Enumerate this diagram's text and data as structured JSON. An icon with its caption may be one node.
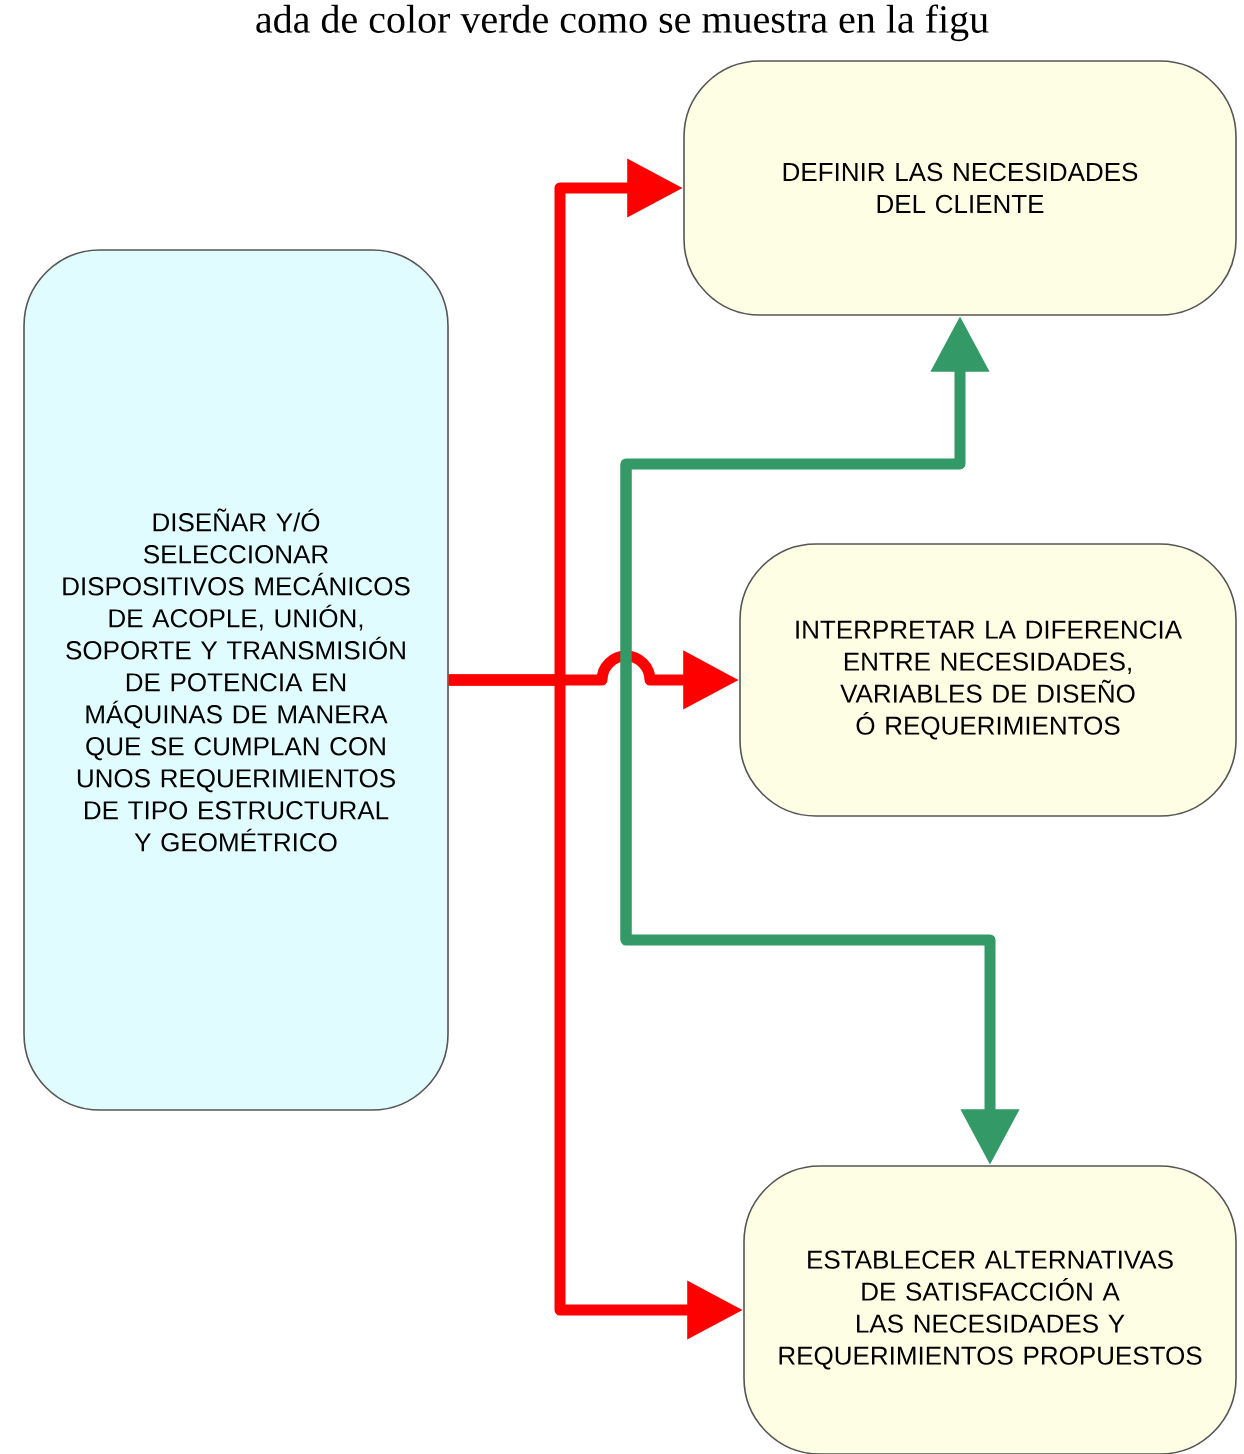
{
  "diagram": {
    "nodes": [
      {
        "text": [
          "DISEÑAR Y/Ó SELECCIONAR DISPOSITIVOS MECÁNICOS DE ACOPLE, UNIÓN, SOPORTE Y TRANSMISIÓN DE POTENCIA EN MÁQUINAS DE MANERA QUE SE CUMPLAN CON UNOS REQUERIMIENTOS DE TIPO ESTRUCTURAL Y GEOMÉTRICO"
        ]
      },
      {
        "text": [
          "DEFINIR LAS NECESIDADES DEL CLIENTE"
        ]
      },
      {
        "text": [
          "INTERPRETAR LA DIFERENCIA ENTRE NECESIDADES, VARIABLES DE DISEÑO Ó REQUERIMIENTOS"
        ]
      },
      {
        "text": [
          "ESTABLECER ALTERNATIVAS DE SATISFACCIÓN A LAS NECESIDADES Y REQUERIMIENTOS PROPUESTOS"
        ]
      }
    ],
    "edges": [
      {
        "from": 0,
        "to": 1,
        "arrow": "to"
      },
      {
        "from": 0,
        "to": 2,
        "arrow": "to"
      },
      {
        "from": 0,
        "to": 3,
        "arrow": "to"
      },
      {
        "from": null,
        "to": 1,
        "arrow": "to",
        "color": "#339966"
      },
      {
        "from": null,
        "to": 3,
        "arrow": "to",
        "color": "#339966"
      }
    ],
    "labels": [
      "ada de color verde como se muestra en la figu"
    ]
  }
}
